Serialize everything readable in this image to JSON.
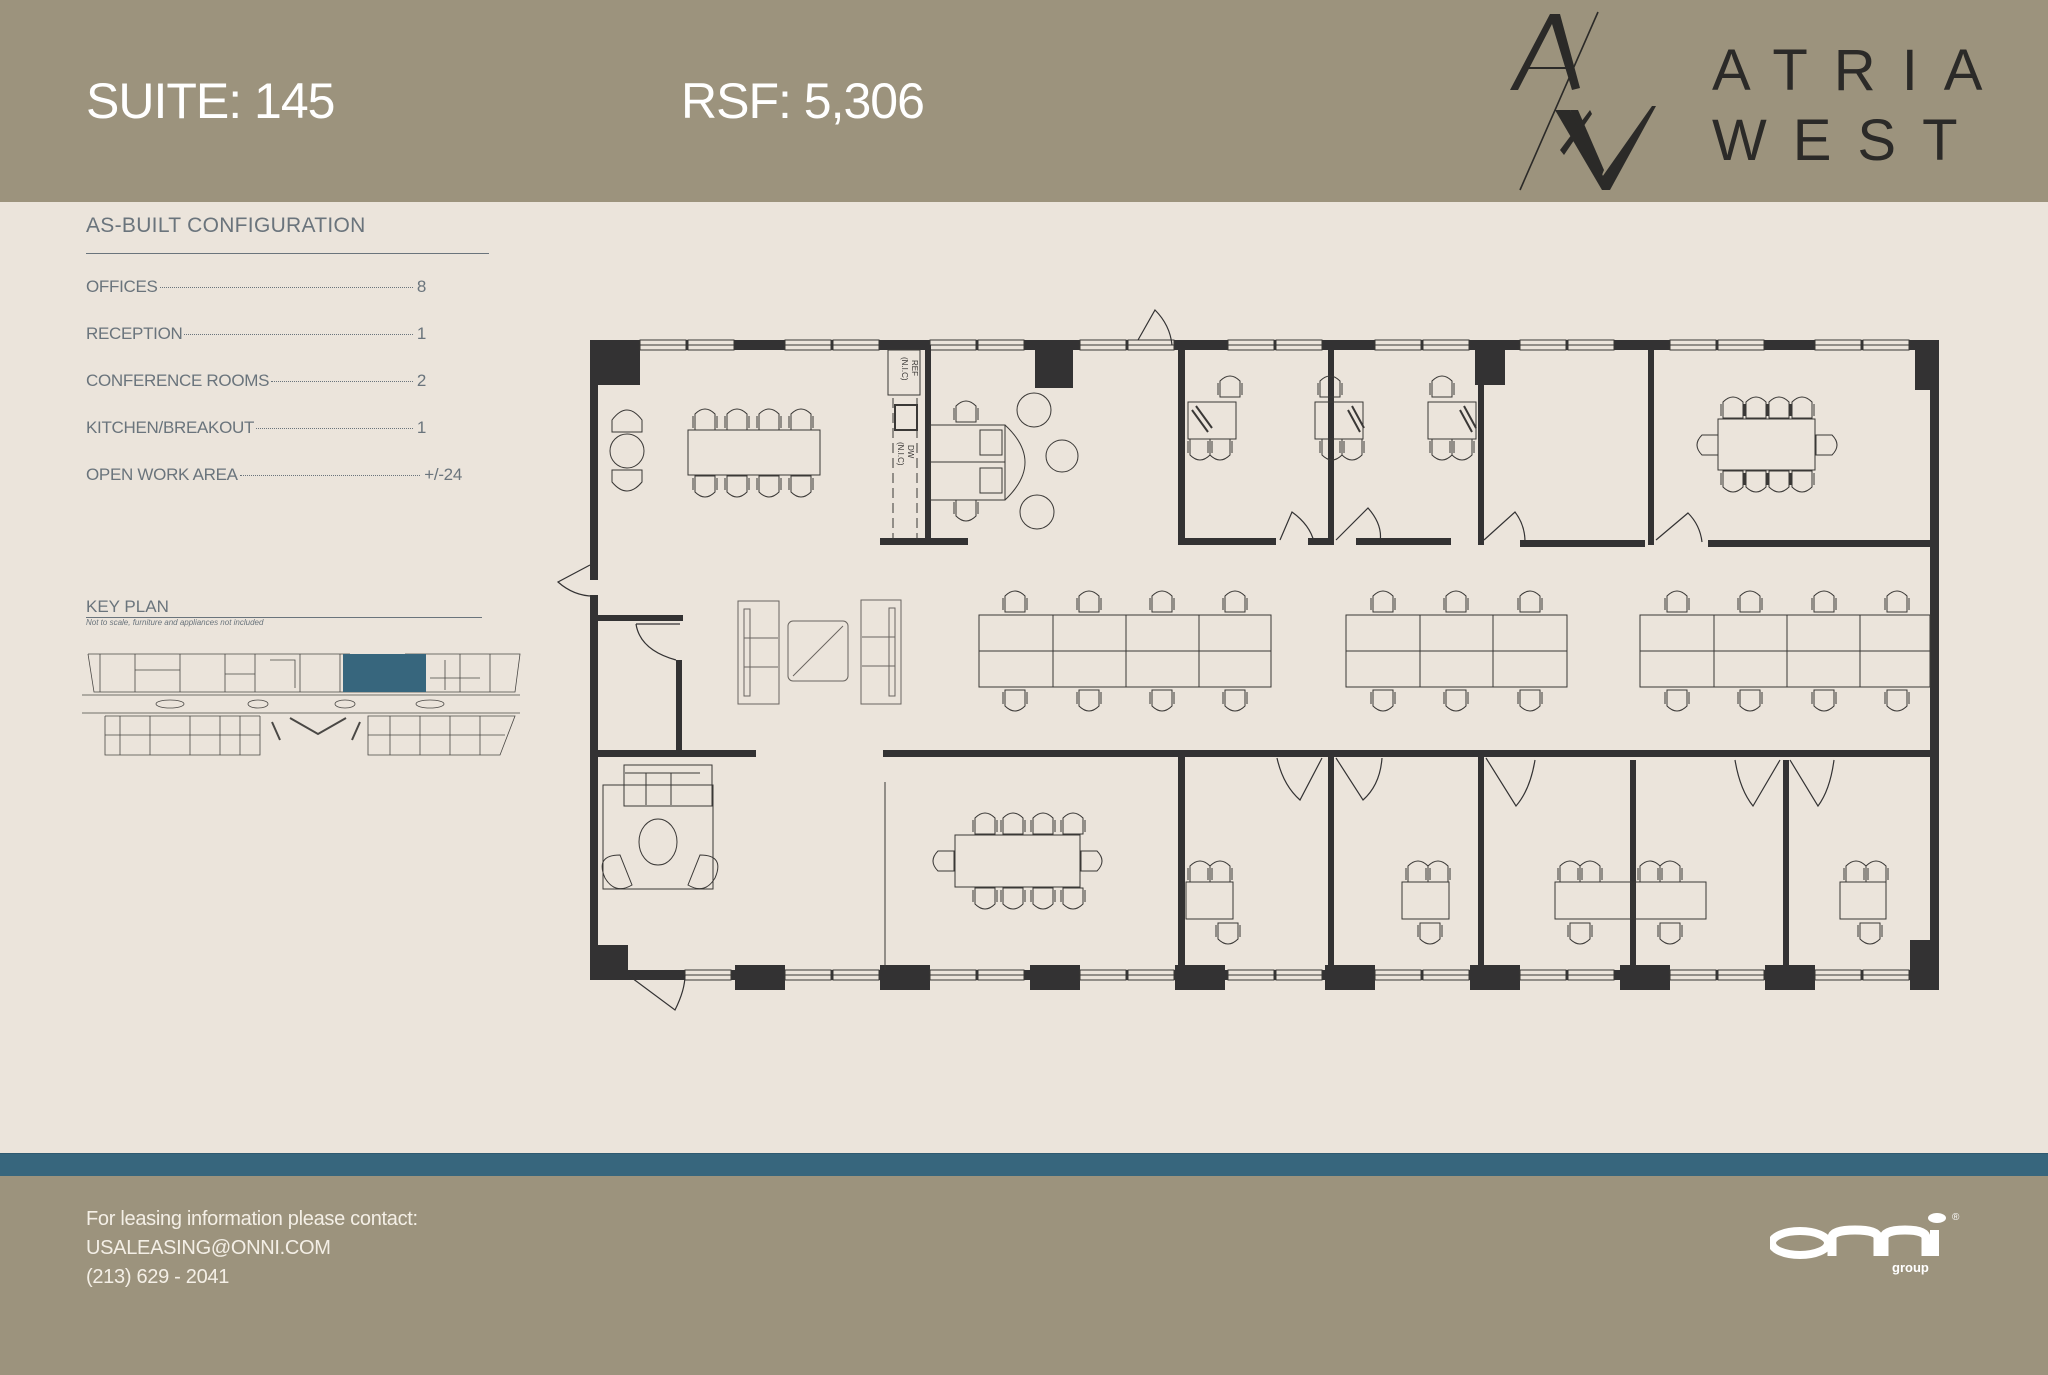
{
  "header": {
    "suite_label": "SUITE: 145",
    "rsf_label": "RSF: 5,306",
    "brand_monogram": "AW",
    "brand_line1": "ATRIA",
    "brand_line2": "WEST"
  },
  "config": {
    "title": "AS-BUILT CONFIGURATION",
    "items": [
      {
        "label": "OFFICES",
        "value": "8"
      },
      {
        "label": "RECEPTION",
        "value": "1"
      },
      {
        "label": "CONFERENCE ROOMS",
        "value": "2"
      },
      {
        "label": "KITCHEN/BREAKOUT",
        "value": "1"
      },
      {
        "label": "OPEN WORK AREA",
        "value": "+/-24"
      }
    ]
  },
  "key_plan": {
    "title": "KEY PLAN",
    "note": "Not to scale, furniture and appliances not included",
    "highlight_color": "#37667d"
  },
  "floorplan": {
    "labels": {
      "ref": "REF",
      "ref_nic": "(N.I.C)",
      "dw": "DW",
      "dw_nic": "(N.I.C)"
    }
  },
  "footer": {
    "contact_heading": "For leasing information please contact:",
    "email": "USALEASING@ONNI.COM",
    "phone": "(213) 629 - 2041",
    "logo_text": "onni",
    "logo_sub": "group",
    "logo_mark": "®"
  },
  "colors": {
    "header_bg": "#9c937d",
    "page_bg": "#ebe4db",
    "accent_band": "#37667d",
    "wall": "#333233",
    "text_gray": "#6a747c"
  }
}
